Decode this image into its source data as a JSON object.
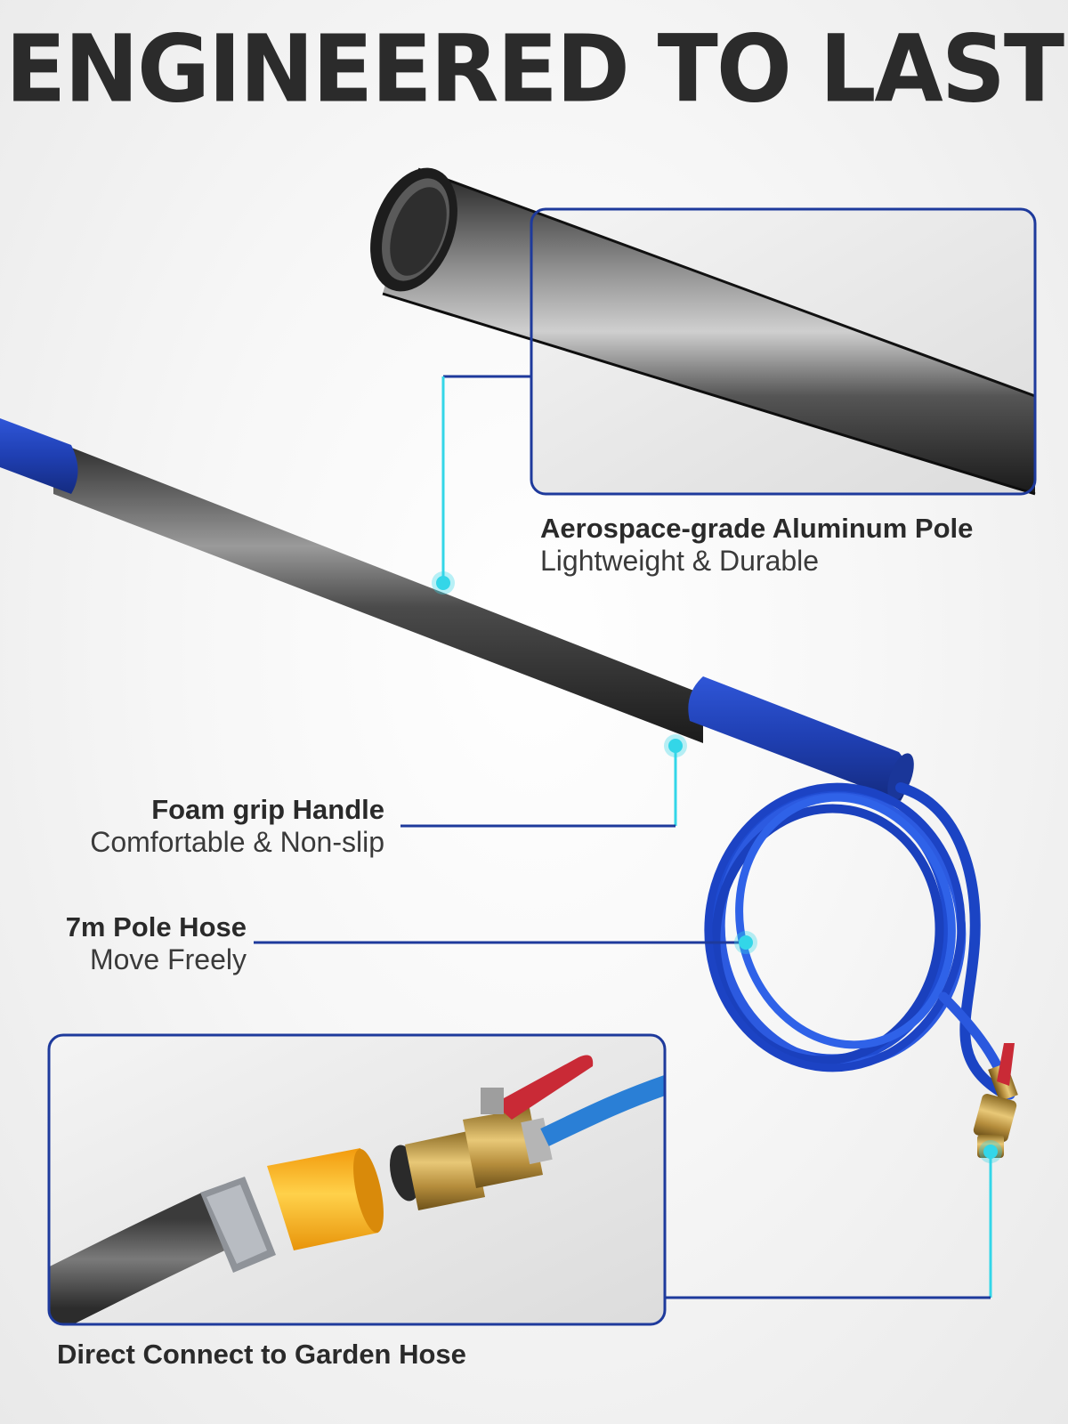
{
  "title": "ENGINEERED TO LAST",
  "features": {
    "pole": {
      "title": "Aerospace-grade Aluminum Pole",
      "subtitle": "Lightweight & Durable"
    },
    "foam": {
      "title": "Foam grip Handle",
      "subtitle": "Comfortable & Non-slip"
    },
    "hose": {
      "title": "7m Pole Hose",
      "subtitle": "Move Freely"
    },
    "connect": {
      "title": "Direct Connect to Garden Hose"
    }
  },
  "colors": {
    "title": "#2b2b2b",
    "accent_blue": "#1e3a9c",
    "connector_cyan": "#33d6e8",
    "foam_blue": "#2142b8",
    "pole_gray": "#3a3a3a",
    "connector_yellow": "#f6b616",
    "valve_red": "#c92a36"
  }
}
